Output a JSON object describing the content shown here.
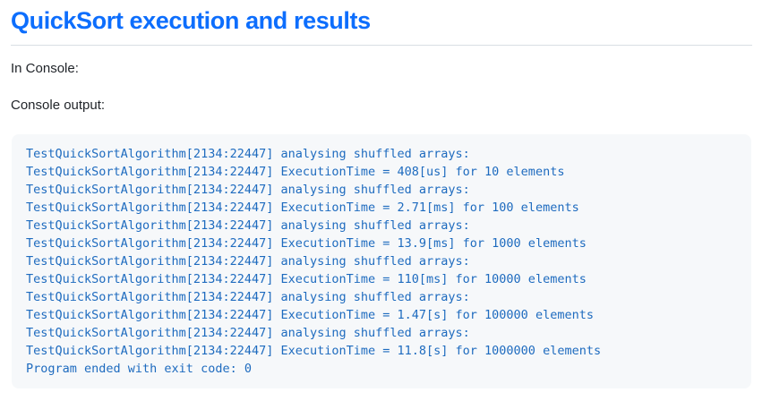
{
  "page": {
    "title": "QuickSort execution and results",
    "paragraphs": {
      "in_console": "In Console:",
      "console_output": "Console output:"
    }
  },
  "console": {
    "lines": [
      "TestQuickSortAlgorithm[2134:22447] analysing shuffled arrays:",
      "TestQuickSortAlgorithm[2134:22447] ExecutionTime = 408[us] for 10 elements",
      "TestQuickSortAlgorithm[2134:22447] analysing shuffled arrays:",
      "TestQuickSortAlgorithm[2134:22447] ExecutionTime = 2.71[ms] for 100 elements",
      "TestQuickSortAlgorithm[2134:22447] analysing shuffled arrays:",
      "TestQuickSortAlgorithm[2134:22447] ExecutionTime = 13.9[ms] for 1000 elements",
      "TestQuickSortAlgorithm[2134:22447] analysing shuffled arrays:",
      "TestQuickSortAlgorithm[2134:22447] ExecutionTime = 110[ms] for 10000 elements",
      "TestQuickSortAlgorithm[2134:22447] analysing shuffled arrays:",
      "TestQuickSortAlgorithm[2134:22447] ExecutionTime = 1.47[s] for 100000 elements",
      "TestQuickSortAlgorithm[2134:22447] analysing shuffled arrays:",
      "TestQuickSortAlgorithm[2134:22447] ExecutionTime = 11.8[s] for 1000000 elements",
      "Program ended with exit code: 0"
    ]
  },
  "colors": {
    "heading_blue": "#0d6efd",
    "console_text_blue": "#1e6bbf",
    "code_background": "#f6f8fa",
    "divider_gray": "#d8dee4",
    "body_text": "#1f2328"
  }
}
